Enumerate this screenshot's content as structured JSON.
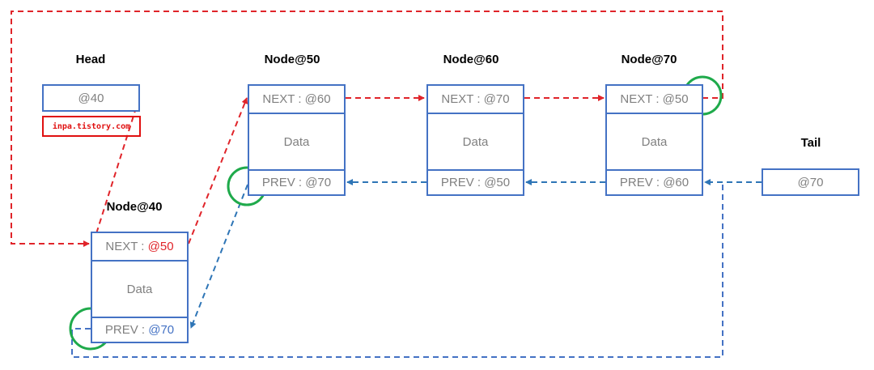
{
  "head": {
    "title": "Head",
    "value": "@40",
    "watermark": "inpa.tistory.com"
  },
  "tail": {
    "title": "Tail",
    "value": "@70"
  },
  "nodes": [
    {
      "title": "Node@40",
      "next_prefix": "NEXT : ",
      "next_addr": "@50",
      "data": "Data",
      "prev_prefix": "PREV : ",
      "prev_addr": "@70"
    },
    {
      "title": "Node@50",
      "next": "NEXT : @60",
      "data": "Data",
      "prev": "PREV : @70"
    },
    {
      "title": "Node@60",
      "next": "NEXT : @70",
      "data": "Data",
      "prev": "PREV : @50"
    },
    {
      "title": "Node@70",
      "next": "NEXT : @50",
      "data": "Data",
      "prev": "PREV : @60"
    }
  ],
  "colors": {
    "box_border": "#4472c4",
    "next_arrow": "#e0242a",
    "prev_arrow": "#2e75b6",
    "highlight_circle": "#1faa4b",
    "text": "#808080"
  }
}
